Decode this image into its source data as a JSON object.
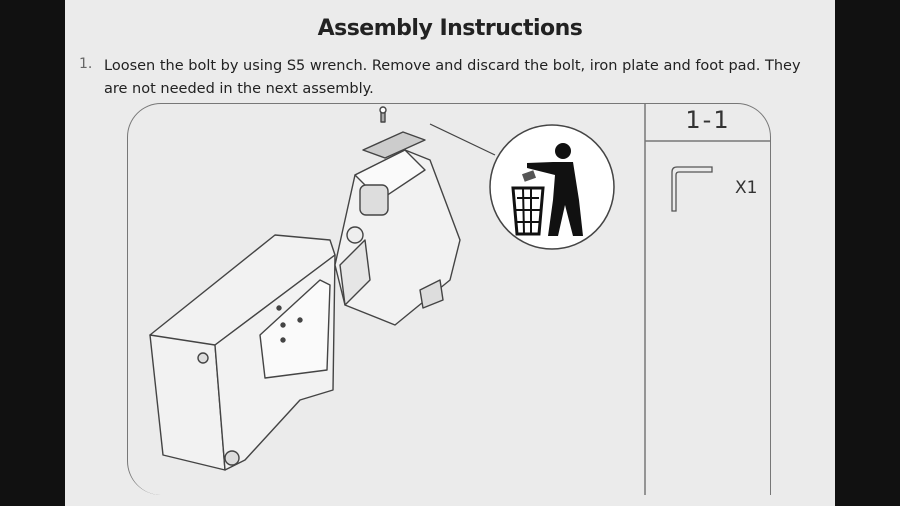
{
  "title": "Assembly Instructions",
  "step": {
    "number": "1.",
    "text": "Loosen the bolt by using S5 wrench. Remove and discard the bolt, iron plate and foot pad. They are not needed in the next assembly."
  },
  "parts_panel": {
    "label": "1-1",
    "items": [
      {
        "icon": "allen-wrench-icon",
        "quantity": "X1"
      }
    ]
  },
  "colors": {
    "page": "#ebebeb",
    "letterbox": "#111111",
    "line": "#777777"
  }
}
